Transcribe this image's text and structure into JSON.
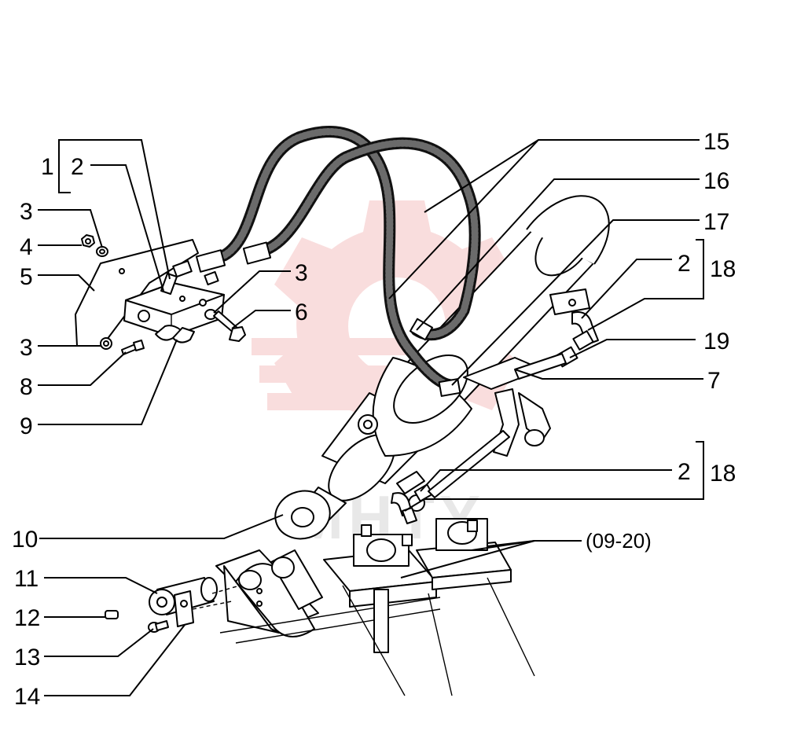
{
  "labels": {
    "l1": "1",
    "l2a": "2",
    "l3a": "3",
    "l4": "4",
    "l5": "5",
    "l3b": "3",
    "l3c": "3",
    "l6": "6",
    "l8": "8",
    "l9": "9",
    "l15": "15",
    "l16": "16",
    "l17": "17",
    "l2b": "2",
    "l18a": "18",
    "l19": "19",
    "l7": "7",
    "l2c": "2",
    "l18b": "18",
    "l10": "10",
    "l0920": "(09-20)",
    "l11": "11",
    "l12": "12",
    "l13": "13",
    "l14": "14"
  },
  "watermark": {
    "text": "MHTY",
    "color": "#e03030",
    "icon": "gear-watermark-icon"
  }
}
